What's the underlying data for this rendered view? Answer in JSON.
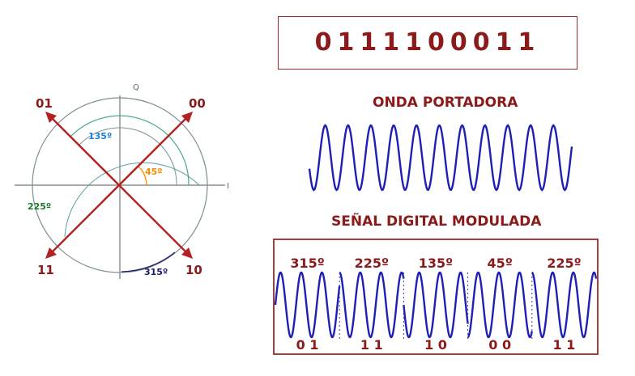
{
  "bit_sequence": "0111100011",
  "carrier_title": "ONDA PORTADORA",
  "modulated_title": "SEÑAL DIGITAL MODULADA",
  "constellation": {
    "axis_top_label": "Q",
    "axis_right_label": "I",
    "symbols": [
      {
        "code": "00",
        "angle": "45º"
      },
      {
        "code": "01",
        "angle": "135º"
      },
      {
        "code": "11",
        "angle": "225º"
      },
      {
        "code": "10",
        "angle": "315º"
      }
    ]
  },
  "modulated": {
    "phases": [
      "315º",
      "225º",
      "135º",
      "45º",
      "225º"
    ],
    "bit_pairs": [
      "0 1",
      "1 1",
      "1 0",
      "0 0",
      "1 1"
    ]
  },
  "colors": {
    "dark_red": "#8b1a1a",
    "line_red": "#b22222",
    "wave_blue": "#1f1fb4",
    "angle_45": "#ff8c00",
    "angle_135": "#1e7ee0",
    "angle_225": "#1a7a2a",
    "angle_315": "#1a1a6e"
  }
}
